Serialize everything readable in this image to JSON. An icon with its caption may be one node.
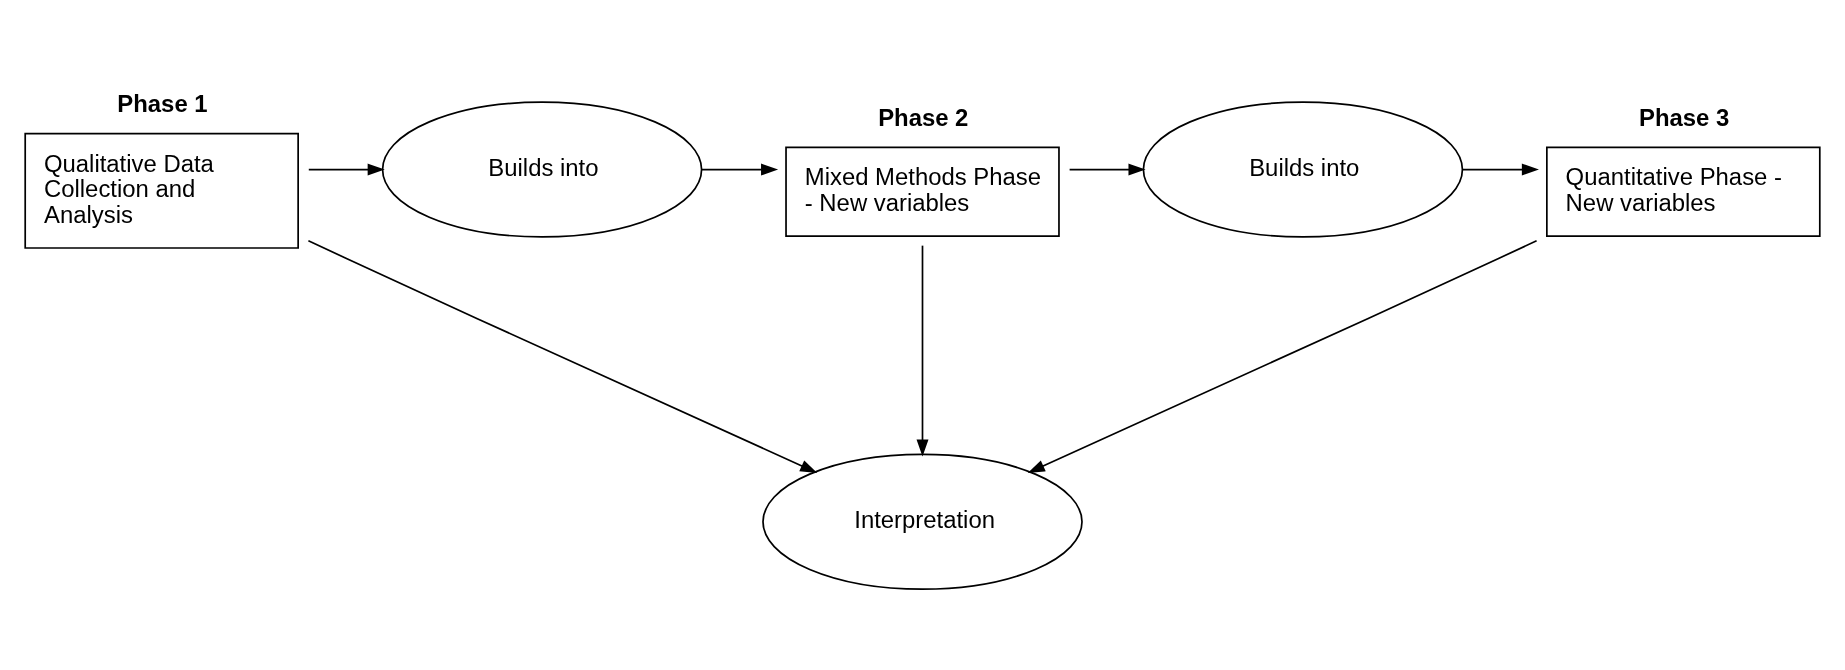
{
  "diagram": {
    "nodes": [
      {
        "text": [
          "Qualitative Data Collection and Analysis"
        ],
        "beside": [
          "Phase 1"
        ]
      },
      {
        "text": [
          "Builds into"
        ]
      },
      {
        "text": [
          "Mixed Methods Phase - New variables"
        ],
        "beside": [
          "Phase 2"
        ]
      },
      {
        "text": [
          "Builds into"
        ]
      },
      {
        "text": [
          "Quantitative Phase - New variables"
        ],
        "beside": [
          "Phase 3"
        ]
      },
      {
        "text": [
          "Interpretation"
        ]
      }
    ],
    "edges": [
      {
        "from": 0,
        "to": 1,
        "arrow": "to"
      },
      {
        "from": 1,
        "to": 2,
        "arrow": "to"
      },
      {
        "from": 2,
        "to": 3,
        "arrow": "to"
      },
      {
        "from": 3,
        "to": 4,
        "arrow": "to"
      },
      {
        "from": 0,
        "to": 5,
        "arrow": "to"
      },
      {
        "from": 2,
        "to": 5,
        "arrow": "to"
      },
      {
        "from": 4,
        "to": 5,
        "arrow": "to"
      }
    ]
  }
}
